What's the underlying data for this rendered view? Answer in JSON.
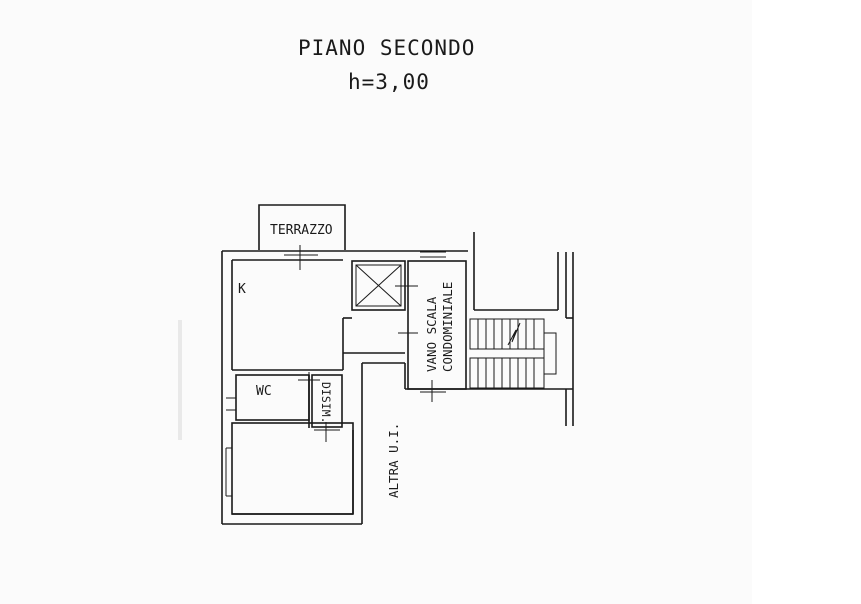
{
  "header": {
    "title": "PIANO SECONDO",
    "height_label": "h=3,00"
  },
  "rooms": {
    "terrace": "TERRAZZO",
    "kitchen": "K",
    "wc": "WC",
    "disimpegno": "DISIM.",
    "stair_line1": "VANO SCALA",
    "stair_line2": "CONDOMINIALE",
    "other_unit": "ALTRA U.I."
  },
  "colors": {
    "ink": "#1a1a1a",
    "paper": "#fbfbfb"
  }
}
